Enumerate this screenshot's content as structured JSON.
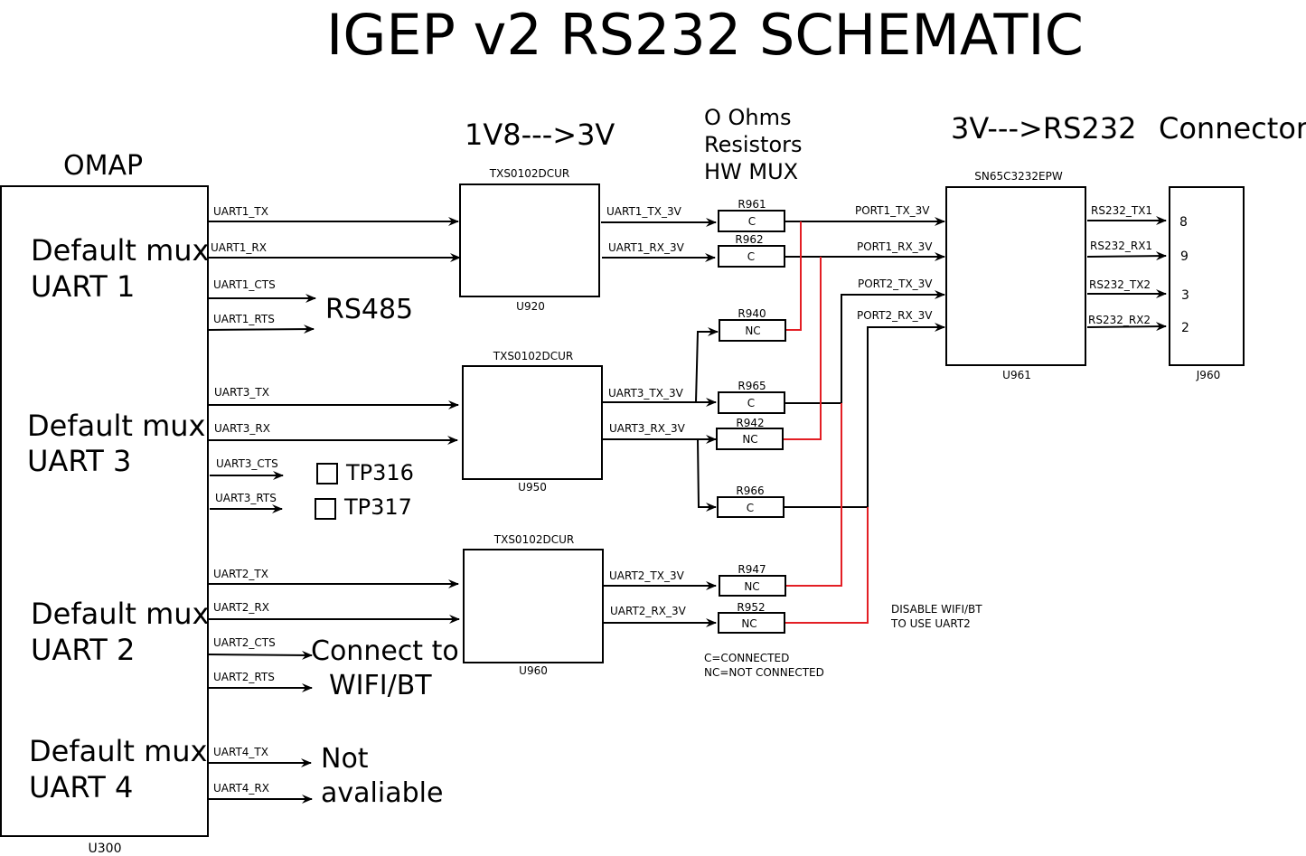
{
  "title": "IGEP v2 RS232 SCHEMATIC",
  "omap": {
    "heading": "OMAP",
    "ref": "U300",
    "groups": [
      {
        "line1": "Default mux",
        "line2": "UART 1"
      },
      {
        "line1": "Default mux",
        "line2": "UART 3"
      },
      {
        "line1": "Default mux",
        "line2": "UART 2"
      },
      {
        "line1": "Default mux",
        "line2": "UART 4"
      }
    ],
    "signals": [
      "UART1_TX",
      "UART1_RX",
      "UART1_CTS",
      "UART1_RTS",
      "UART3_TX",
      "UART3_RX",
      "UART3_CTS",
      "UART3_RTS",
      "UART2_TX",
      "UART2_RX",
      "UART2_CTS",
      "UART2_RTS",
      "UART4_TX",
      "UART4_RX"
    ]
  },
  "targets": {
    "rs485": "RS485",
    "tp316": "TP316",
    "tp317": "TP317",
    "wifi1": "Connect to",
    "wifi2": "WIFI/BT",
    "na1": "Not",
    "na2": "avaliable"
  },
  "level_shift": {
    "heading": "1V8--->3V",
    "chips": [
      {
        "part": "TXS0102DCUR",
        "ref": "U920"
      },
      {
        "part": "TXS0102DCUR",
        "ref": "U950"
      },
      {
        "part": "TXS0102DCUR",
        "ref": "U960"
      }
    ],
    "signals": [
      "UART1_TX_3V",
      "UART1_RX_3V",
      "UART3_TX_3V",
      "UART3_RX_3V",
      "UART2_TX_3V",
      "UART2_RX_3V"
    ]
  },
  "mux": {
    "heading1": "O Ohms",
    "heading2": "Resistors",
    "heading3": "HW MUX",
    "resistors": [
      {
        "ref": "R961",
        "state": "C"
      },
      {
        "ref": "R962",
        "state": "C"
      },
      {
        "ref": "R940",
        "state": "NC"
      },
      {
        "ref": "R965",
        "state": "C"
      },
      {
        "ref": "R942",
        "state": "NC"
      },
      {
        "ref": "R966",
        "state": "C"
      },
      {
        "ref": "R947",
        "state": "NC"
      },
      {
        "ref": "R952",
        "state": "NC"
      }
    ],
    "legend1": "C=CONNECTED",
    "legend2": "NC=NOT CONNECTED",
    "note1": "DISABLE WIFI/BT",
    "note2": "TO USE UART2",
    "wire_color": "#e31e24"
  },
  "transceiver": {
    "heading": "3V--->RS232",
    "part": "SN65C3232EPW",
    "ref": "U961",
    "ports": [
      "PORT1_TX_3V",
      "PORT1_RX_3V",
      "PORT2_TX_3V",
      "PORT2_RX_3V"
    ],
    "outputs": [
      "RS232_TX1",
      "RS232_RX1",
      "RS232_TX2",
      "RS232_RX2"
    ]
  },
  "connector": {
    "heading": "Connector",
    "ref": "J960",
    "pins": [
      "8",
      "9",
      "3",
      "2"
    ]
  }
}
